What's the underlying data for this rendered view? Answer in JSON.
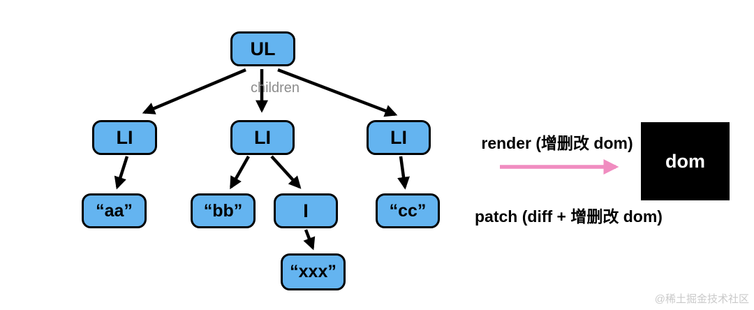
{
  "colors": {
    "node_fill": "#64b4f0",
    "node_border": "#000000",
    "arrow": "#000000",
    "pink_arrow": "#f08cc0",
    "dom_box_bg": "#000000",
    "dom_box_text": "#ffffff",
    "children_label_gray": "#8c8c8c",
    "watermark_gray": "#c9c9c9"
  },
  "tree": {
    "nodes": {
      "ul": {
        "label": "UL"
      },
      "li1": {
        "label": "LI"
      },
      "li2": {
        "label": "LI"
      },
      "li3": {
        "label": "LI"
      },
      "aa": {
        "label": "“aa”"
      },
      "bb": {
        "label": "“bb”"
      },
      "i": {
        "label": "I"
      },
      "cc": {
        "label": "“cc”"
      },
      "xxx": {
        "label": "“xxx”"
      }
    },
    "edges": [
      {
        "from": "ul",
        "to": "li1"
      },
      {
        "from": "ul",
        "to": "li2",
        "label": "children"
      },
      {
        "from": "ul",
        "to": "li3"
      },
      {
        "from": "li1",
        "to": "aa"
      },
      {
        "from": "li2",
        "to": "bb"
      },
      {
        "from": "li2",
        "to": "i"
      },
      {
        "from": "li3",
        "to": "cc"
      },
      {
        "from": "i",
        "to": "xxx"
      }
    ],
    "children_edge_label": "children"
  },
  "right_panel": {
    "render_label": "render (增删改 dom)",
    "patch_label": "patch (diff + 增删改 dom)",
    "dom_box_label": "dom"
  },
  "watermark": "@稀土掘金技术社区"
}
